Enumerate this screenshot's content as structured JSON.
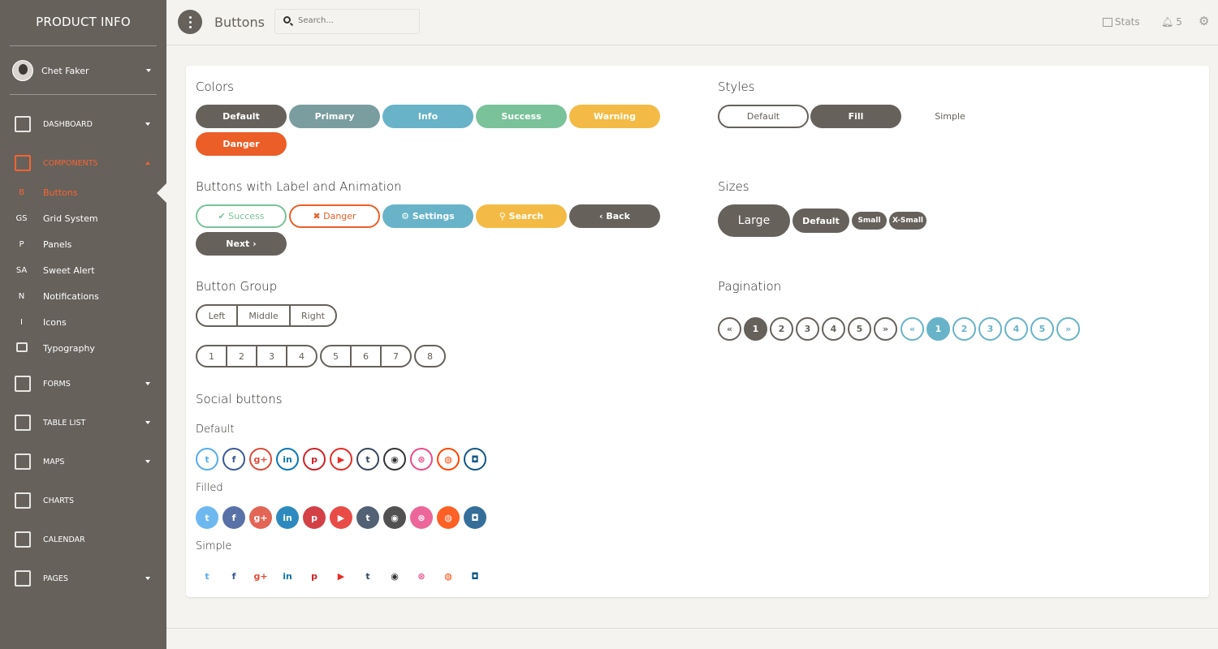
{
  "sidebar": {
    "brand": "PRODUCT INFO",
    "user": "Chet Faker",
    "nav": [
      {
        "label": "DASHBOARD",
        "icon": "dashboard-icon"
      },
      {
        "label": "COMPONENTS",
        "icon": "box-icon"
      },
      {
        "label": "FORMS",
        "icon": "clipboard-icon"
      },
      {
        "label": "TABLE LIST",
        "icon": "table-icon"
      },
      {
        "label": "MAPS",
        "icon": "map-icon"
      },
      {
        "label": "CHARTS",
        "icon": "chart-icon"
      },
      {
        "label": "CALENDAR",
        "icon": "calendar-icon"
      },
      {
        "label": "PAGES",
        "icon": "gift-icon"
      }
    ],
    "sub": [
      {
        "abbr": "B",
        "label": "Buttons"
      },
      {
        "abbr": "GS",
        "label": "Grid System"
      },
      {
        "abbr": "P",
        "label": "Panels"
      },
      {
        "abbr": "SA",
        "label": "Sweet Alert"
      },
      {
        "abbr": "N",
        "label": "Notifications"
      },
      {
        "abbr": "I",
        "label": "Icons"
      },
      {
        "abbr": "",
        "label": "Typography"
      }
    ]
  },
  "topbar": {
    "title": "Buttons",
    "search_placeholder": "Search...",
    "stats": "Stats",
    "notifications": "5"
  },
  "colors": {
    "title": "Colors",
    "buttons": [
      "Default",
      "Primary",
      "Info",
      "Success",
      "Warning",
      "Danger"
    ]
  },
  "styles": {
    "title": "Styles",
    "buttons": [
      "Default",
      "Fill",
      "Simple"
    ]
  },
  "labels": {
    "title": "Buttons with Label and Animation",
    "buttons": [
      "Success",
      "Danger",
      "Settings",
      "Search",
      "Back",
      "Next"
    ]
  },
  "sizes": {
    "title": "Sizes",
    "buttons": [
      "Large",
      "Default",
      "Small",
      "X-Small"
    ]
  },
  "group": {
    "title": "Button Group",
    "row1": [
      "Left",
      "Middle",
      "Right"
    ],
    "row2a": [
      "1",
      "2",
      "3",
      "4"
    ],
    "row2b": [
      "5",
      "6",
      "7"
    ],
    "row2c": [
      "8"
    ]
  },
  "pagination": {
    "title": "Pagination",
    "items": [
      "«",
      "1",
      "2",
      "3",
      "4",
      "5",
      "»"
    ]
  },
  "social": {
    "title": "Social buttons",
    "default_label": "Default",
    "filled_label": "Filled",
    "simple_label": "Simple",
    "icons": [
      {
        "name": "twitter-icon",
        "glyph": "t",
        "color": "#55acee"
      },
      {
        "name": "facebook-icon",
        "glyph": "f",
        "color": "#3b5998"
      },
      {
        "name": "google-plus-icon",
        "glyph": "g+",
        "color": "#dd4b39"
      },
      {
        "name": "linkedin-icon",
        "glyph": "in",
        "color": "#0976b4"
      },
      {
        "name": "pinterest-icon",
        "glyph": "p",
        "color": "#cc2127"
      },
      {
        "name": "youtube-icon",
        "glyph": "▶",
        "color": "#e52d27"
      },
      {
        "name": "tumblr-icon",
        "glyph": "t",
        "color": "#35465c"
      },
      {
        "name": "github-icon",
        "glyph": "◉",
        "color": "#333333"
      },
      {
        "name": "dribbble-icon",
        "glyph": "⊛",
        "color": "#ea4c89"
      },
      {
        "name": "reddit-icon",
        "glyph": "◍",
        "color": "#ff4500"
      },
      {
        "name": "instagram-icon",
        "glyph": "◘",
        "color": "#125688"
      }
    ]
  },
  "palette": {
    "default": "#66615b",
    "primary": "#7a9e9f",
    "info": "#68b3c8",
    "success": "#7ac29a",
    "warning": "#f3bb45",
    "danger": "#eb5e28",
    "accent": "#f96332"
  }
}
